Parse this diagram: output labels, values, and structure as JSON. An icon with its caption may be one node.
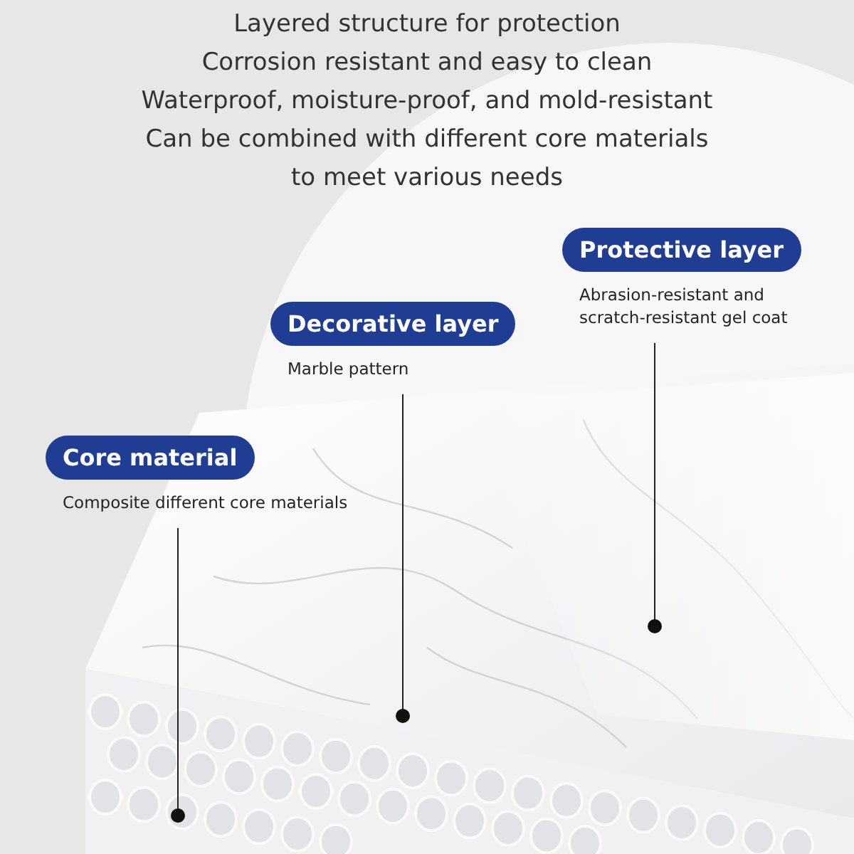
{
  "diagram": {
    "nodes": [
      {
        "text": [
          "Protective layer",
          "Abrasion-resistant and scratch-resistant gel coat"
        ]
      },
      {
        "text": [
          "Decorative layer",
          "Marble pattern"
        ]
      },
      {
        "text": [
          "Core material",
          "Composite different core materials"
        ]
      },
      {
        "text": [],
        "shape": "picture",
        "in": 4
      },
      {
        "text": [],
        "shape": "picture"
      },
      {
        "text": [],
        "shape": "picture"
      }
    ],
    "edges": [
      {
        "from": 0,
        "to": 3,
        "arrow": "other"
      },
      {
        "from": 1,
        "to": 4,
        "arrow": "other"
      },
      {
        "from": 2,
        "to": 5,
        "arrow": "other"
      }
    ],
    "labels": [
      "Layered structure for protection",
      "Corrosion resistant and easy to clean",
      "Waterproof, moisture-proof, and mold-resistant",
      "Can be combined with different core materials to meet various needs"
    ]
  }
}
